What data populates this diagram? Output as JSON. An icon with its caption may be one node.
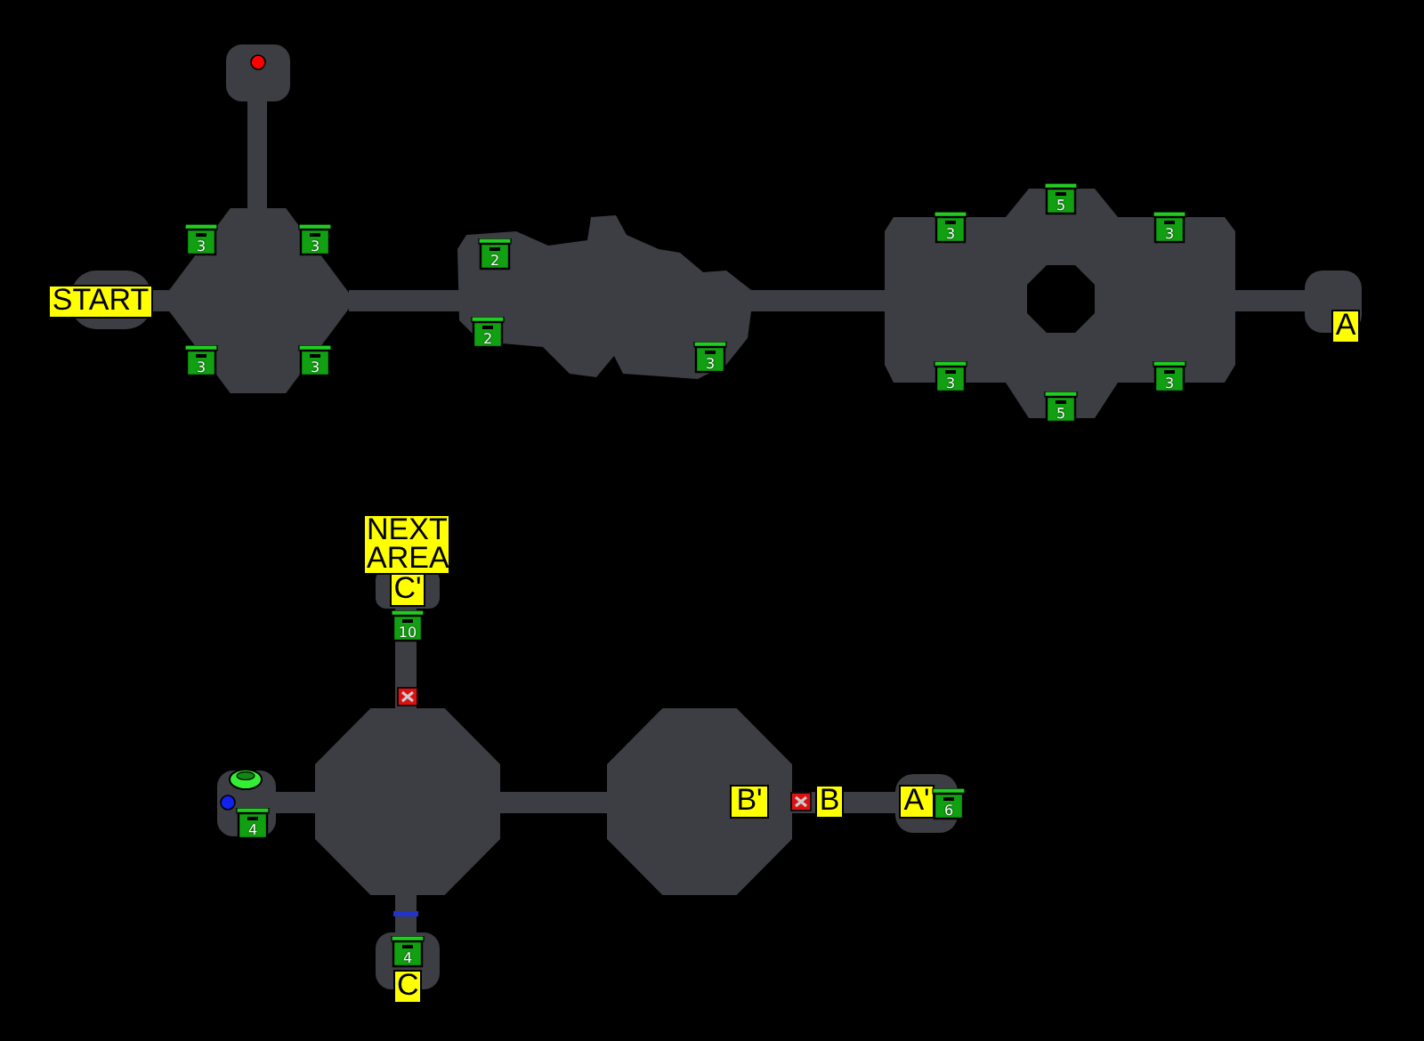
{
  "diagram": {
    "nodes": [
      {
        "text": [],
        "shape": "octagon"
      },
      {
        "text": [],
        "shape": "octagon"
      },
      {
        "text": [],
        "shape": "octagon"
      }
    ],
    "labels": [
      "START",
      "3",
      "3",
      "3",
      "3",
      "2",
      "2",
      "3",
      "3",
      "5",
      "3",
      "3",
      "5",
      "3",
      "A",
      "NEXT AREA",
      "C'",
      "10",
      "4",
      "4",
      "C",
      "B'",
      "B",
      "A'",
      "6"
    ]
  }
}
